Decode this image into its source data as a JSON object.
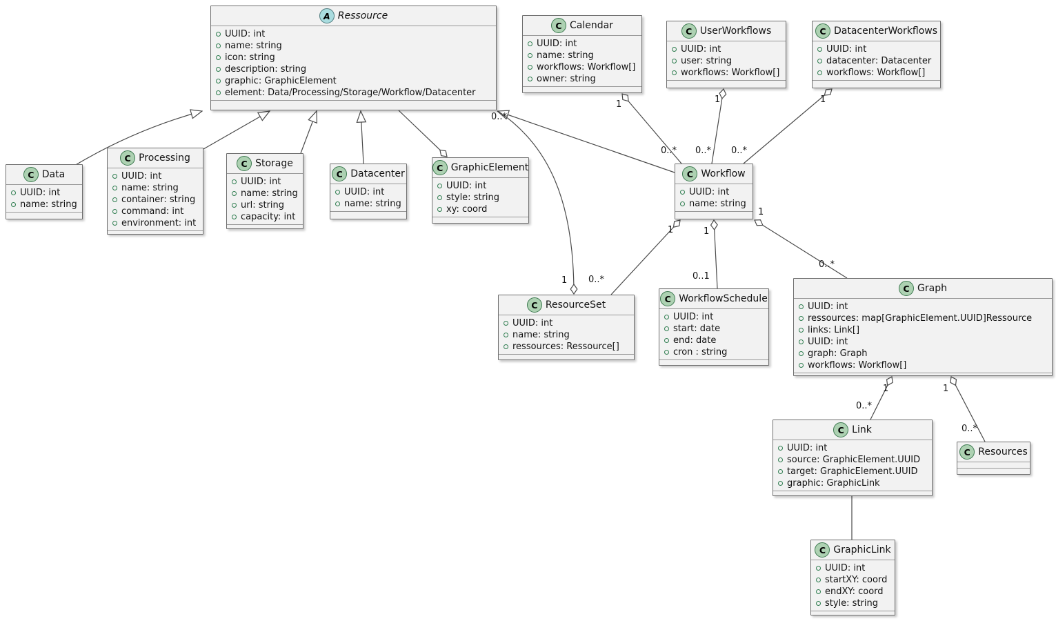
{
  "diagram_type": "uml-class-diagram",
  "colors": {
    "class_fill": "#f2f2f2",
    "class_border": "#6e6e6e",
    "class_icon_fill": "#ADD1B2",
    "abstract_icon_fill": "#A9DCDF",
    "field_bullet": "#2e7d4f",
    "edge_line": "#4a4a4a"
  },
  "icons": {
    "class_letter": "C",
    "abstract_letter": "A"
  },
  "multiplicity": {
    "one": "1",
    "many": "0..*",
    "zero_or_one": "0..1"
  },
  "classes": [
    {
      "name": "Ressource",
      "abstract": true,
      "attrs": [
        "UUID: int",
        "name: string",
        "icon: string",
        "description: string",
        "graphic: GraphicElement",
        "element: Data/Processing/Storage/Workflow/Datacenter"
      ]
    },
    {
      "name": "Calendar",
      "attrs": [
        "UUID: int",
        "name: string",
        "workflows: Workflow[]",
        "owner: string"
      ]
    },
    {
      "name": "UserWorkflows",
      "attrs": [
        "UUID: int",
        "user: string",
        "workflows: Workflow[]"
      ]
    },
    {
      "name": "DatacenterWorkflows",
      "attrs": [
        "UUID: int",
        "datacenter: Datacenter",
        "workflows: Workflow[]"
      ]
    },
    {
      "name": "Data",
      "attrs": [
        "UUID: int",
        "name: string"
      ]
    },
    {
      "name": "Processing",
      "attrs": [
        "UUID: int",
        "name: string",
        "container: string",
        "command: int",
        "environment: int"
      ]
    },
    {
      "name": "Storage",
      "attrs": [
        "UUID: int",
        "name: string",
        "url: string",
        "capacity: int"
      ]
    },
    {
      "name": "Datacenter",
      "attrs": [
        "UUID: int",
        "name: string"
      ]
    },
    {
      "name": "GraphicElement",
      "attrs": [
        "UUID: int",
        "style: string",
        "xy: coord"
      ]
    },
    {
      "name": "Workflow",
      "attrs": [
        "UUID: int",
        "name: string"
      ]
    },
    {
      "name": "ResourceSet",
      "attrs": [
        "UUID: int",
        "name: string",
        "ressources: Ressource[]"
      ]
    },
    {
      "name": "WorkflowSchedule",
      "attrs": [
        "UUID: int",
        "start: date",
        "end: date",
        "cron : string"
      ]
    },
    {
      "name": "Graph",
      "attrs": [
        "UUID: int",
        "ressources: map[GraphicElement.UUID]Ressource",
        "links: Link[]",
        "UUID: int",
        "graph: Graph",
        "workflows: Workflow[]"
      ]
    },
    {
      "name": "Link",
      "attrs": [
        "UUID: int",
        "source: GraphicElement.UUID",
        "target: GraphicElement.UUID",
        "graphic: GraphicLink"
      ]
    },
    {
      "name": "Resources",
      "attrs": []
    },
    {
      "name": "GraphicLink",
      "attrs": [
        "UUID: int",
        "startXY: coord",
        "endXY: coord",
        "style: string"
      ]
    }
  ]
}
